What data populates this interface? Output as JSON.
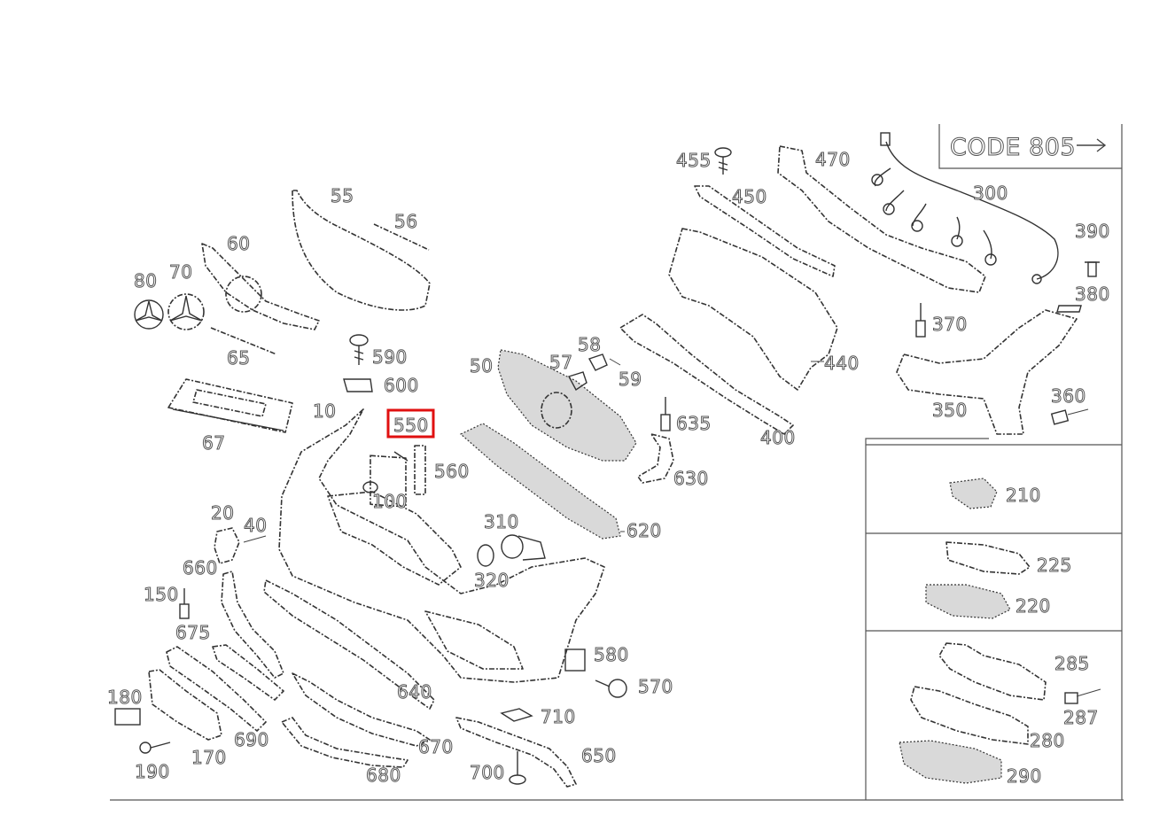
{
  "code_label": "CODE 805",
  "highlighted_callout": "550",
  "callouts": {
    "c455": "455",
    "c470": "470",
    "c300": "300",
    "c390": "390",
    "c380": "380",
    "c450": "450",
    "c370": "370",
    "c440": "440",
    "c400": "400",
    "c360": "360",
    "c350": "350",
    "c635": "635",
    "c630": "630",
    "c55": "55",
    "c56": "56",
    "c60": "60",
    "c80": "80",
    "c70": "70",
    "c65": "65",
    "c590": "590",
    "c600": "600",
    "c67": "67",
    "c10": "10",
    "c550": "550",
    "c560": "560",
    "c100": "100",
    "c50": "50",
    "c57": "57",
    "c58": "58",
    "c59": "59",
    "c620": "620",
    "c20": "20",
    "c40": "40",
    "c660": "660",
    "c150": "150",
    "c310": "310",
    "c320": "320",
    "c675": "675",
    "c580": "580",
    "c570": "570",
    "c640": "640",
    "c180": "180",
    "c190": "190",
    "c170": "170",
    "c690": "690",
    "c710": "710",
    "c670": "670",
    "c680": "680",
    "c700": "700",
    "c650": "650",
    "c210": "210",
    "c225": "225",
    "c220": "220",
    "c285": "285",
    "c287": "287",
    "c280": "280",
    "c290": "290"
  }
}
